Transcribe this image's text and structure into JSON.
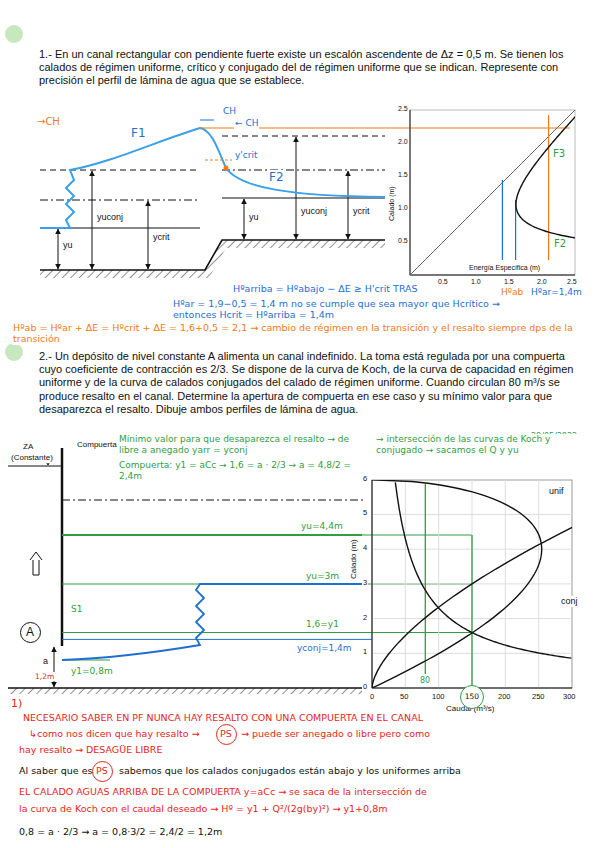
{
  "diagram": {
    "nodes": [
      {
        "text": [
          "A"
        ]
      },
      {
        "text": [
          "150"
        ]
      },
      {
        "text": [
          "PS"
        ]
      },
      {
        "text": [
          "PS"
        ]
      }
    ],
    "labels": [
      "1.- En un canal rectangular con pendiente fuerte existe un escalón ascendente de Δz = 0,5 m. Se tienen los calados de régimen uniforme, crítico y conjugado del de régimen uniforme que se indican. Represente con precisión el perfil de lámina de agua que se establece.",
      "→CH",
      "CH",
      "← CH",
      "F1",
      "y'crit",
      "F2",
      "yu",
      "yuconj",
      "ycrit",
      "yu",
      "yuconj",
      "ycrit",
      "2.5",
      "2.0",
      "1.5",
      "1.0",
      "0.5",
      "0.5",
      "1.0",
      "1.5",
      "2.0",
      "2.5",
      "Calado (m)",
      "Energía Específica (m)",
      "F3",
      "F2",
      "Hºab",
      "Hºarriba = Hºabajo − ΔE ≥ H'crit TRAS",
      "Hºar = 1,9−0,5 = 1,4 m no se cumple que sea mayor que Hcrítico → entonces Hcrit = Hºarriba = 1,4m",
      "Hºab = Hºar + ΔE = Hºcrit + ΔE = 1,6+0,5 = 2,1 → cambio de régimen en la transición y el resalto siempre dps de la transición",
      "2.- Un depósito de nivel constante A alimenta un canal indefinido. La toma está regulada por una compuerta cuyo coeficiente de contracción es 2/3. Se dispone de la curva de Koch, de la curva de capacidad en régimen uniforme y de la curva de calados conjugados del calado de régimen uniforme. Cuando circulan 80 m³/s se produce resalto en el canal. Determine la apertura de compuerta en ese caso y su mínimo valor para que desaparezca el resalto. Dibuje ambos perfiles de lámina de agua.",
      "29/05/2022",
      "Mínimo valor para que desaparezca el resalto → de libre a anegado yarr = yconj",
      "Compuerta: y1 = aCc → 1,6 = a · 2/3 → a = 4,8/2 = 2,4m",
      "→ intersección de las curvas de Koch y conjugado → sacamos el Q y yu",
      "ZA",
      "(Constante)",
      "Compuerta",
      "yu=4,4m",
      "yu=3m",
      "1,6=y1",
      "yconj=1,4m",
      "y1=0,8m",
      "a",
      "1,2m",
      "S1",
      "1)",
      "0",
      "1",
      "2",
      "3",
      "4",
      "5",
      "6",
      "0",
      "50",
      "100",
      "200",
      "250",
      "300",
      "80",
      "Calado (m)",
      "Caudal (m³/s)",
      "unif",
      "conj",
      "NECESARIO SABER EN PF NUNCA HAY RESALTO CON UNA COMPUERTA EN EL CANAL",
      "↳como nos dicen que hay resalto →",
      "→ puede ser anegado o libre pero como",
      "hay resalto → DESAGÜE LIBRE",
      "Al saber que es",
      "sabemos que los calados conjugados están abajo y los uniformes arriba",
      "EL CALADO AGUAS ARRIBA DE LA COMPUERTA y=aCc → se saca de la intersección de",
      "la curva de Koch con el caudal deseado → Hº = y1 + Q²/(2g(by)²) → y1+0,8m",
      "0,8 = a · 2/3 → a = 0,8·3/2 = 2,4/2 = 1,2m",
      "Hºar=1,4m"
    ]
  }
}
